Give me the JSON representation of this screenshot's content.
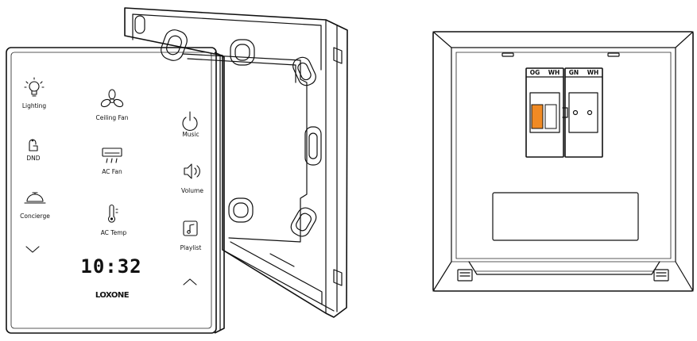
{
  "panel": {
    "buttons": {
      "lighting": "Lighting",
      "ceiling_fan": "Ceiling Fan",
      "music": "Music",
      "dnd": "DND",
      "ac_fan": "AC Fan",
      "volume": "Volume",
      "concierge": "Concierge",
      "ac_temp": "AC Temp",
      "playlist": "Playlist"
    },
    "clock": "10:32",
    "brand": "LOXONE"
  },
  "back": {
    "terminals": {
      "left": [
        "OG",
        "WH"
      ],
      "right": [
        "GN",
        "WH"
      ]
    },
    "colors": {
      "orange_terminal": "#f08a24"
    }
  }
}
